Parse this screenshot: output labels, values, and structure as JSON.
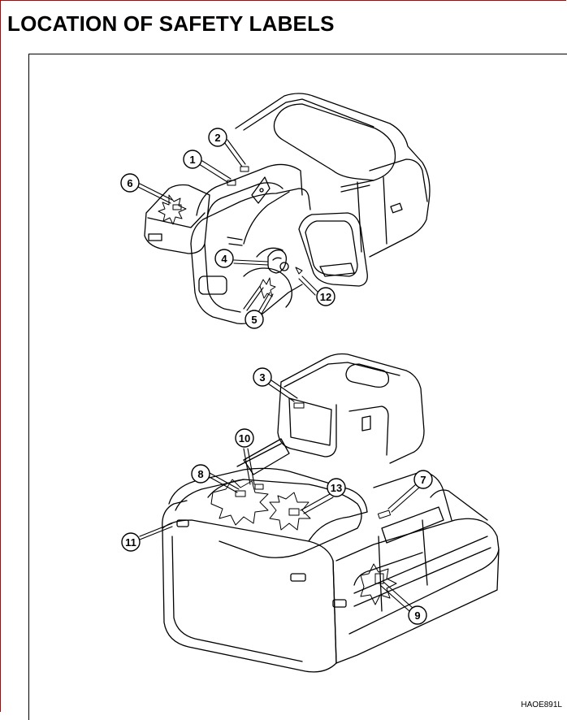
{
  "title": "LOCATION OF SAFETY LABELS",
  "figure_code": "HAOE891L",
  "callouts": [
    {
      "id": "1",
      "label": "1"
    },
    {
      "id": "2",
      "label": "2"
    },
    {
      "id": "3",
      "label": "3"
    },
    {
      "id": "4",
      "label": "4"
    },
    {
      "id": "5",
      "label": "5"
    },
    {
      "id": "6",
      "label": "6"
    },
    {
      "id": "7",
      "label": "7"
    },
    {
      "id": "8",
      "label": "8"
    },
    {
      "id": "9",
      "label": "9"
    },
    {
      "id": "10",
      "label": "10"
    },
    {
      "id": "11",
      "label": "11"
    },
    {
      "id": "12",
      "label": "12"
    },
    {
      "id": "13",
      "label": "13"
    }
  ]
}
